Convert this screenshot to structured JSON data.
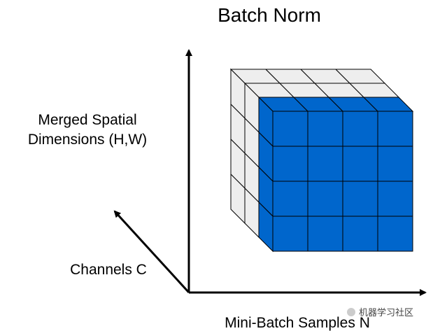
{
  "title": "Batch Norm",
  "labels": {
    "y_axis": [
      "Merged Spatial",
      "Dimensions (H,W)"
    ],
    "z_axis": "Channels C",
    "x_axis": "Mini-Batch Samples N"
  },
  "watermark": "机器学习社区",
  "colors": {
    "highlight_fill": "#0066CC",
    "cell_fill": "#EEEEEE",
    "stroke": "#000000",
    "axis": "#000000"
  },
  "cube": {
    "rows": 4,
    "cols": 4,
    "depth": 3,
    "highlighted_layer": "front"
  }
}
